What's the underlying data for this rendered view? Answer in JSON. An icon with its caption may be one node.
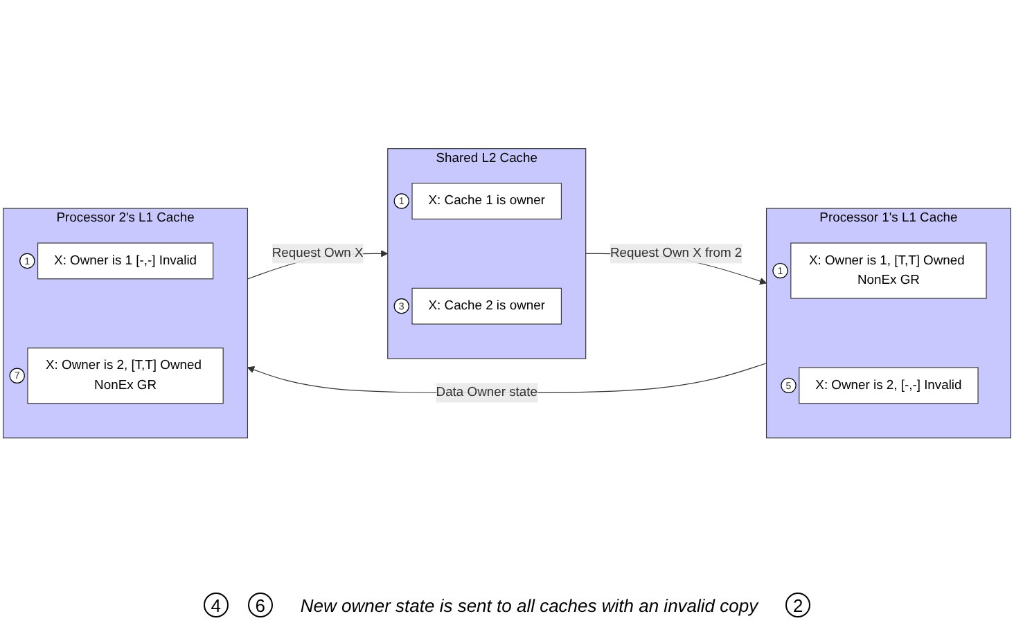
{
  "diagram": {
    "nodes": [
      {
        "text": [
          "Processor 1's L1 Cache"
        ]
      },
      {
        "text": [
          "X: Owner is 1, [T,T] Owned NonEx GR"
        ],
        "in": 0,
        "beside": [
          "1"
        ]
      },
      {
        "text": [
          "X: Owner is 2, [-,-] Invalid"
        ],
        "in": 0,
        "beside": [
          "5"
        ]
      },
      {
        "text": [
          "Shared L2 Cache"
        ]
      },
      {
        "text": [
          "X: Cache 1 is owner"
        ],
        "in": 3,
        "beside": [
          "1"
        ]
      },
      {
        "text": [
          "X: Cache 2 is owner"
        ],
        "in": 3,
        "beside": [
          "3"
        ]
      },
      {
        "text": [
          "Processor 2's L1 Cache"
        ]
      },
      {
        "text": [
          "X: Owner is 1 [-,-] Invalid"
        ],
        "in": 6,
        "beside": [
          "1"
        ]
      },
      {
        "text": [
          "X: Owner is 2, [T,T] Owned NonEx GR"
        ],
        "in": 6,
        "beside": [
          "7"
        ]
      }
    ],
    "edges": [
      {
        "from": 3,
        "to": 0,
        "arrow": "to",
        "label": "Request Own X from 2"
      },
      {
        "from": 0,
        "to": 6,
        "arrow": "to",
        "label": "Data Owner state"
      },
      {
        "from": 6,
        "to": 3,
        "arrow": "to",
        "label": "Request Own X"
      }
    ],
    "labels": [
      "4",
      "6",
      "New owner state is sent to all caches with an invalid copy",
      "2"
    ]
  }
}
